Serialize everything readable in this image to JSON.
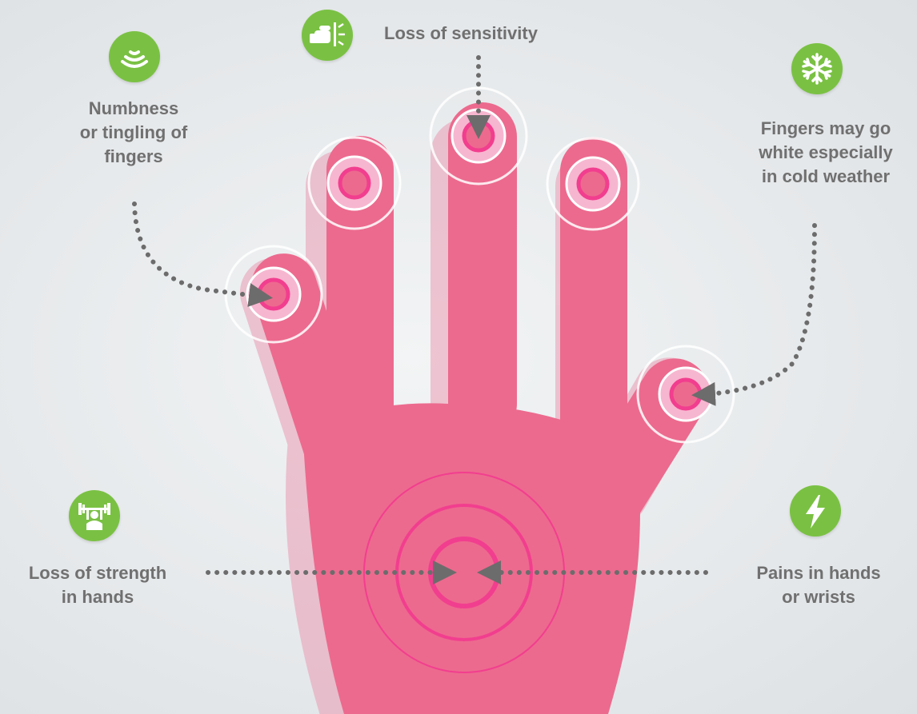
{
  "symptoms": {
    "sensitivity": {
      "label": "Loss of sensitivity",
      "icon": "hand-tapping-icon"
    },
    "numbness": {
      "lines": [
        "Numbness",
        "or tingling of",
        "fingers"
      ],
      "icon": "vibration-waves-icon"
    },
    "white_fingers": {
      "lines": [
        "Fingers may go",
        "white especially",
        "in cold weather"
      ],
      "icon": "snowflake-icon"
    },
    "strength": {
      "lines": [
        "Loss of strength",
        "in hands"
      ],
      "icon": "weightlifter-icon"
    },
    "pains": {
      "lines": [
        "Pains in hands",
        "or wrists"
      ],
      "icon": "lightning-bolt-icon"
    }
  },
  "colors": {
    "hand": "#ec6a8e",
    "hand_shadow": "#e98aa6",
    "target_ring": "#f23e8f",
    "icon_badge": "#7ac143",
    "label_text": "#707070",
    "arrow": "#6c6c6c"
  }
}
